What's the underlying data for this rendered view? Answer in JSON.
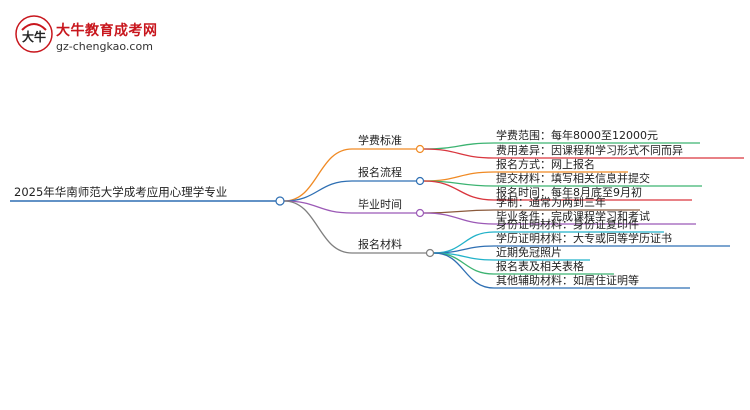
{
  "logo": {
    "title": "大牛教育成考网",
    "url": "gz-chengkao.com",
    "mark_text": "大牛"
  },
  "mindmap": {
    "root": "2025年华南师范大学成考应用心理学专业",
    "branches": [
      {
        "label": "学费标准",
        "color": "#f08a24",
        "children": [
          {
            "text": "学费范围：每年8000至12000元",
            "color": "#3cb371"
          },
          {
            "text": "费用差异：因课程和学习形式不同而异",
            "color": "#d9363e"
          }
        ]
      },
      {
        "label": "报名流程",
        "color": "#2e6fb3",
        "children": [
          {
            "text": "报名方式：网上报名",
            "color": "#f08a24"
          },
          {
            "text": "提交材料：填写相关信息并提交",
            "color": "#3cb371"
          },
          {
            "text": "报名时间：每年8月底至9月初",
            "color": "#d9363e"
          }
        ]
      },
      {
        "label": "毕业时间",
        "color": "#9b59b6",
        "children": [
          {
            "text": "学制：通常为两到三年",
            "color": "#8b5a3c"
          },
          {
            "text": "毕业条件：完成课程学习和考试",
            "color": "#9b59b6"
          }
        ]
      },
      {
        "label": "报名材料",
        "color": "#7f7f7f",
        "children": [
          {
            "text": "身份证明材料：身份证复印件",
            "color": "#22b2c9"
          },
          {
            "text": "学历证明材料：大专或同等学历证书",
            "color": "#2e6fb3"
          },
          {
            "text": "近期免冠照片",
            "color": "#22b2c9"
          },
          {
            "text": "报名表及相关表格",
            "color": "#3cb371"
          },
          {
            "text": "其他辅助材料：如居住证明等",
            "color": "#2e6fb3"
          }
        ]
      }
    ]
  }
}
